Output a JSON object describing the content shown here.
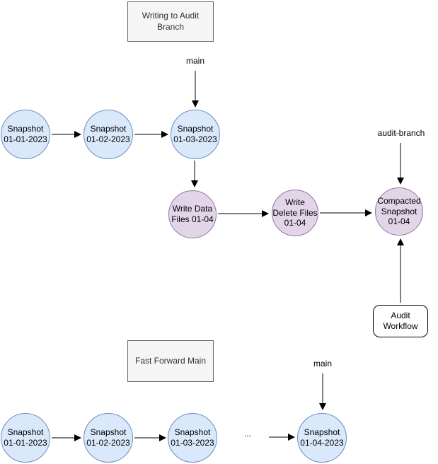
{
  "colors": {
    "snapshot_fill": "#dae8fc",
    "snapshot_stroke": "#6c8ebf",
    "audit_fill": "#e1d5e7",
    "audit_stroke": "#9673a6",
    "title_box_fill": "#f5f5f5",
    "title_box_stroke": "#666666",
    "workflow_box_fill": "#ffffff",
    "workflow_box_stroke": "#000000",
    "arrow": "#000000"
  },
  "top_section": {
    "title_box": {
      "label": "Writing to Audit\nBranch"
    },
    "main_label": "main",
    "audit_branch_label": "audit-branch",
    "snapshots": [
      {
        "label": "Snapshot\n01-01-2023"
      },
      {
        "label": "Snapshot\n01-02-2023"
      },
      {
        "label": "Snapshot\n01-03-2023"
      }
    ],
    "audit_nodes": [
      {
        "label": "Write Data\nFiles 01-04"
      },
      {
        "label": "Write\nDelete Files\n01-04"
      },
      {
        "label": "Compacted\nSnapshot\n01-04"
      }
    ],
    "workflow_box": {
      "label": "Audit\nWorkflow"
    }
  },
  "bottom_section": {
    "title_box": {
      "label": "Fast Forward Main"
    },
    "main_label": "main",
    "ellipsis": "...",
    "snapshots": [
      {
        "label": "Snapshot\n01-01-2023"
      },
      {
        "label": "Snapshot\n01-02-2023"
      },
      {
        "label": "Snapshot\n01-03-2023"
      },
      {
        "label": "Snapshot\n01-04-2023"
      }
    ]
  }
}
